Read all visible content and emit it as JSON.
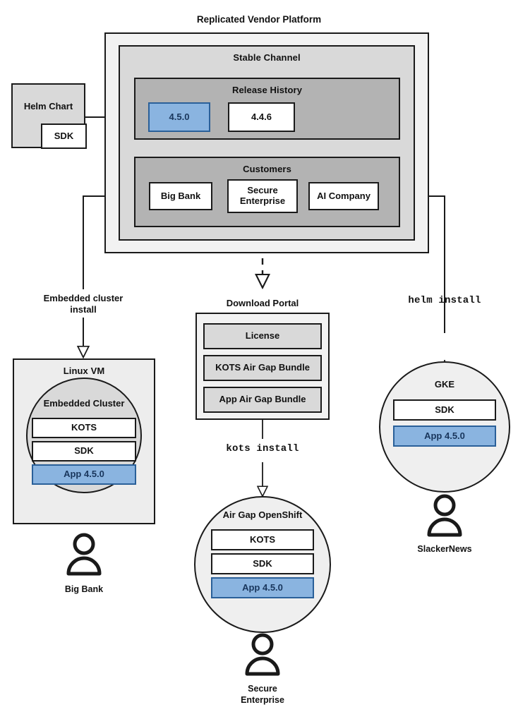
{
  "diagram": {
    "title": "Replicated Vendor Platform",
    "platform": {
      "stable_channel": {
        "label": "Stable Channel",
        "release_history": {
          "label": "Release History",
          "releases": [
            {
              "version": "4.5.0",
              "highlighted": true
            },
            {
              "version": "4.4.6",
              "highlighted": false
            }
          ]
        },
        "customers": {
          "label": "Customers",
          "items": [
            {
              "name": "Big Bank"
            },
            {
              "name": "Secure\nEnterprise"
            },
            {
              "name": "AI Company"
            }
          ]
        }
      }
    },
    "source": {
      "helm_chart": "Helm Chart",
      "sdk": "SDK"
    },
    "edges": {
      "embedded_cluster_install": "Embedded cluster\ninstall",
      "kots_install": "kots install",
      "helm_install": "helm install"
    },
    "download_portal": {
      "label": "Download Portal",
      "artifacts": [
        "License",
        "KOTS Air Gap Bundle",
        "App Air Gap Bundle"
      ]
    },
    "targets": [
      {
        "id": "linux-vm",
        "label": "Linux VM",
        "inner_label": "Embedded Cluster",
        "components": [
          {
            "name": "KOTS",
            "highlighted": false
          },
          {
            "name": "SDK",
            "highlighted": false
          },
          {
            "name": "App 4.5.0",
            "highlighted": true
          }
        ],
        "customer": "Big Bank"
      },
      {
        "id": "airgap-openshift",
        "label": "Air Gap OpenShift",
        "components": [
          {
            "name": "KOTS",
            "highlighted": false
          },
          {
            "name": "SDK",
            "highlighted": false
          },
          {
            "name": "App 4.5.0",
            "highlighted": true
          }
        ],
        "customer": "Secure\nEnterprise"
      },
      {
        "id": "gke",
        "label": "GKE",
        "components": [
          {
            "name": "SDK",
            "highlighted": false
          },
          {
            "name": "App 4.5.0",
            "highlighted": true
          }
        ],
        "customer": "SlackerNews"
      }
    ],
    "colors": {
      "accent_blue_fill": "#8ab4e0",
      "accent_blue_border": "#2a6099",
      "accent_blue_text": "#19365c",
      "platform_fill": "#f2f2f2",
      "channel_fill": "#d9d9d9",
      "group_fill": "#b3b3b3",
      "stroke": "#1a1a1a"
    }
  }
}
